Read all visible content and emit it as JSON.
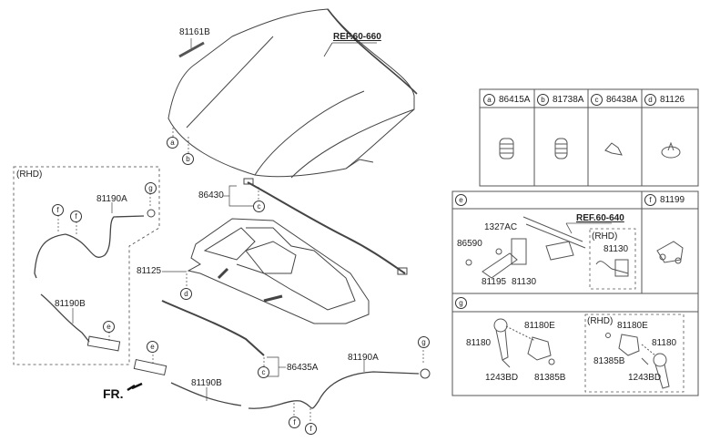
{
  "diagram": {
    "title": "Hood panel & latch assembly parts diagram",
    "references": {
      "hood_ref": "REF.60-660",
      "latch_ref": "REF.60-640"
    },
    "direction_label": "FR.",
    "rhd_label": "(RHD)",
    "main_labels": {
      "stay_rod": "81161B",
      "insulator_pad": "81125",
      "weatherstrip_upper": "86430",
      "weatherstrip_lower": "86435A",
      "cable_a_rhd": "81190A",
      "cable_b_rhd": "81190B",
      "cable_a": "81190A",
      "cable_b": "81190B"
    },
    "callouts": {
      "a": "a",
      "b": "b",
      "c": "c",
      "d": "d",
      "e": "e",
      "f": "f",
      "g": "g"
    },
    "parts_table": {
      "small_parts": [
        {
          "callout": "a",
          "part_no": "86415A",
          "icon": "bumper-stop-icon"
        },
        {
          "callout": "b",
          "part_no": "81738A",
          "icon": "bumper-stop-icon"
        },
        {
          "callout": "c",
          "part_no": "86438A",
          "icon": "clip-icon"
        },
        {
          "callout": "d",
          "part_no": "81126",
          "icon": "fastener-icon"
        }
      ],
      "section_e": {
        "callout": "e",
        "labels": {
          "bolt": "1327AC",
          "nut": "86590",
          "bracket": "81195",
          "latch": "81130",
          "ref": "REF.60-640",
          "rhd": "(RHD)",
          "rhd_latch": "81130"
        }
      },
      "section_f": {
        "callout": "f",
        "part_no": "81199"
      },
      "section_g": {
        "callout": "g",
        "labels": {
          "handle": "81180",
          "bracket": "81180E",
          "screw": "1243BD",
          "nut": "81385B",
          "rhd": "(RHD)",
          "rhd_bracket": "81180E",
          "rhd_handle": "81180",
          "rhd_nut": "81385B",
          "rhd_screw": "1243BD"
        }
      }
    }
  }
}
